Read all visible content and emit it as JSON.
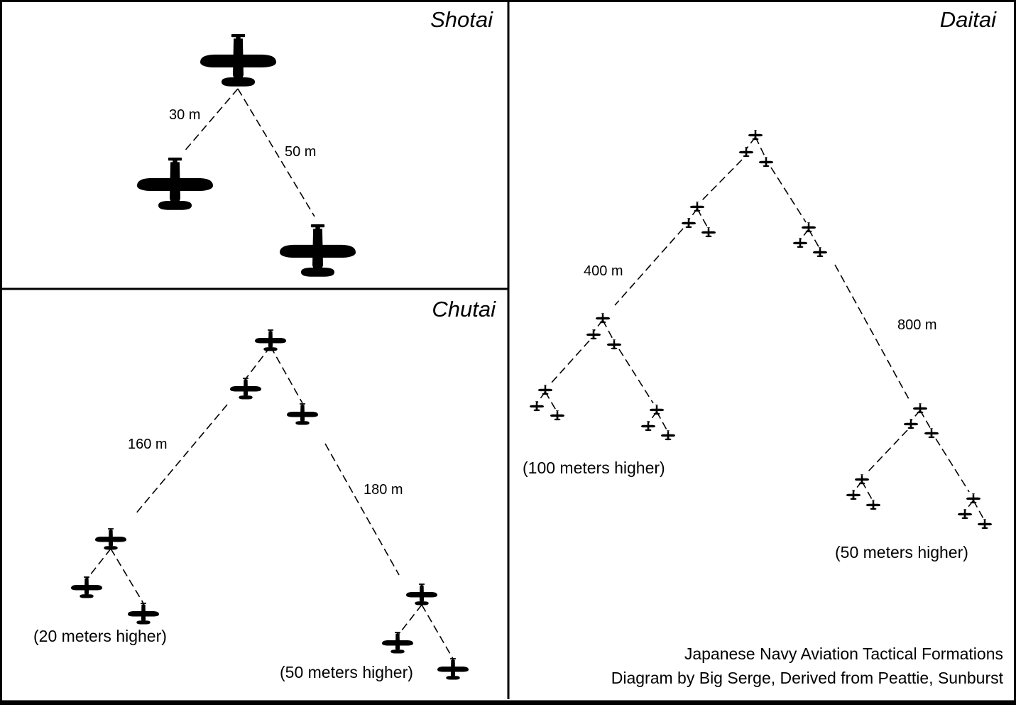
{
  "panels": {
    "shotai": {
      "title": "Shotai",
      "labels": {
        "left_distance": "30 m",
        "right_distance": "50 m"
      }
    },
    "chutai": {
      "title": "Chutai",
      "labels": {
        "left_distance": "160 m",
        "right_distance": "180 m",
        "left_group_note": "(20 meters higher)",
        "right_group_note": "(50 meters higher)"
      }
    },
    "daitai": {
      "title": "Daitai",
      "labels": {
        "left_distance": "400 m",
        "right_distance": "800 m",
        "left_group_note": "(100 meters higher)",
        "right_group_note": "(50 meters higher)"
      }
    }
  },
  "caption": {
    "line1": "Japanese Navy Aviation Tactical Formations",
    "line2": "Diagram by Big Serge, Derived from Peattie, Sunburst"
  },
  "colors": {
    "ink": "#000000",
    "background": "#ffffff"
  },
  "icons": {
    "aircraft": "aircraft-silhouette-icon"
  }
}
